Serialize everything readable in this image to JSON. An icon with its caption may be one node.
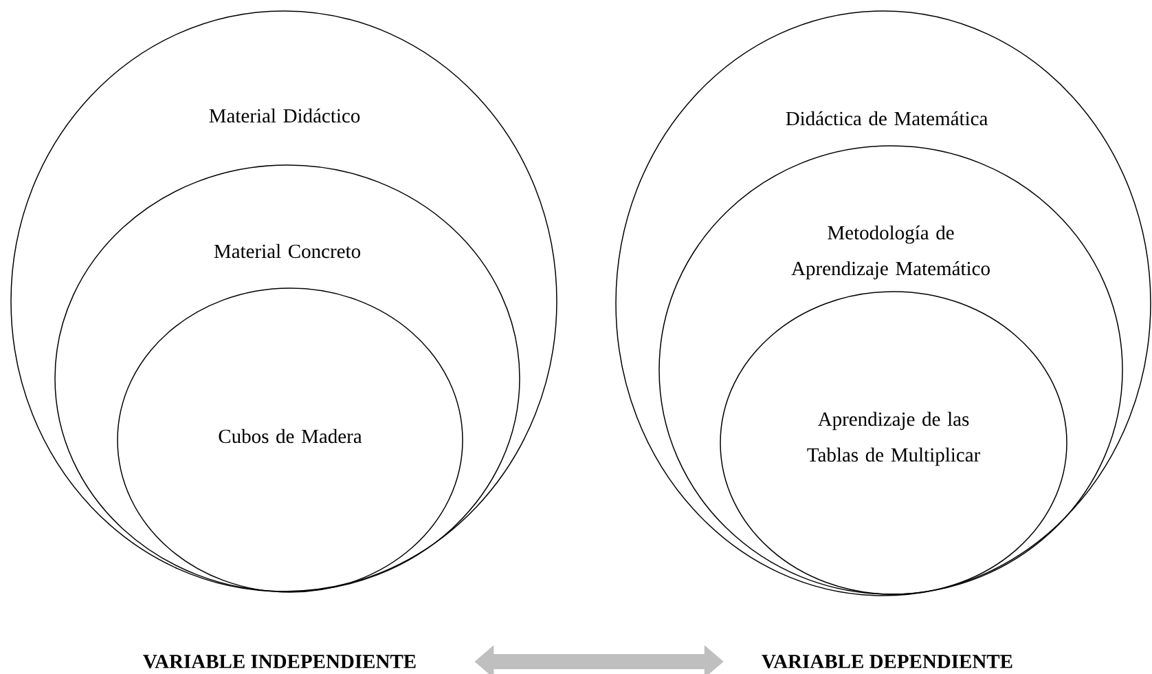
{
  "diagram": {
    "nodes": [
      {
        "text": [
          "Material Didáctico"
        ]
      },
      {
        "text": [
          "Material Concreto"
        ],
        "in": 0
      },
      {
        "text": [
          "Cubos de Madera"
        ],
        "in": 1
      },
      {
        "text": [
          "Didáctica de Matemática"
        ]
      },
      {
        "text": [
          "Metodología de Aprendizaje Matemático"
        ],
        "in": 3
      },
      {
        "text": [
          "Aprendizaje de las Tablas de Multiplicar"
        ],
        "in": 4
      },
      {
        "text": [
          "VARIABLE INDEPENDIENTE"
        ]
      },
      {
        "text": [
          "VARIABLE DEPENDIENTE"
        ]
      }
    ],
    "edges": [
      {
        "from": 6,
        "to": 7,
        "arrow": "both"
      }
    ]
  }
}
